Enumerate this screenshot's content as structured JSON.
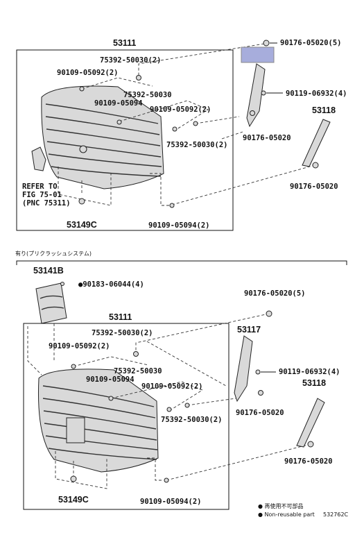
{
  "top_group": {
    "title": "53111",
    "refer_note": [
      "REFER TO",
      "FIG 75-01",
      "(PNC 75311)"
    ],
    "labels": {
      "l1": "75392-50030(2)",
      "l2": "90109-05092(2)",
      "l3": "75392-50030",
      "l4": "90109-05094",
      "l5": "90109-05092(2)",
      "l6": "75392-50030(2)",
      "l7": "53149C",
      "l8": "90109-05094(2)"
    },
    "right_labels": {
      "r1": "90176-05020(5)",
      "r2": "90119-06932(4)",
      "r3": "53118",
      "r4": "90176-05020",
      "r5": "90176-05020"
    }
  },
  "bottom_group": {
    "section_note": "有り(プリクラッシュシステム)",
    "part_b": "53141B",
    "part_b_screw": "●90183-06044(4)",
    "title": "53111",
    "labels": {
      "l1": "75392-50030(2)",
      "l2": "90109-05092(2)",
      "l3": "75392-50030",
      "l4": "90109-05094",
      "l5": "90109-05092(2)",
      "l6": "75392-50030(2)",
      "l7": "53149C",
      "l8": "90109-05094(2)"
    },
    "right_labels": {
      "r1": "90176-05020(5)",
      "r2": "53117",
      "r3": "90119-06932(4)",
      "r4": "90176-05020",
      "r5": "53118",
      "r6": "90176-05020"
    }
  },
  "legend": {
    "line1": "● 再使用不可部品",
    "line2": "● Non-reusable part",
    "code": "532762C"
  }
}
